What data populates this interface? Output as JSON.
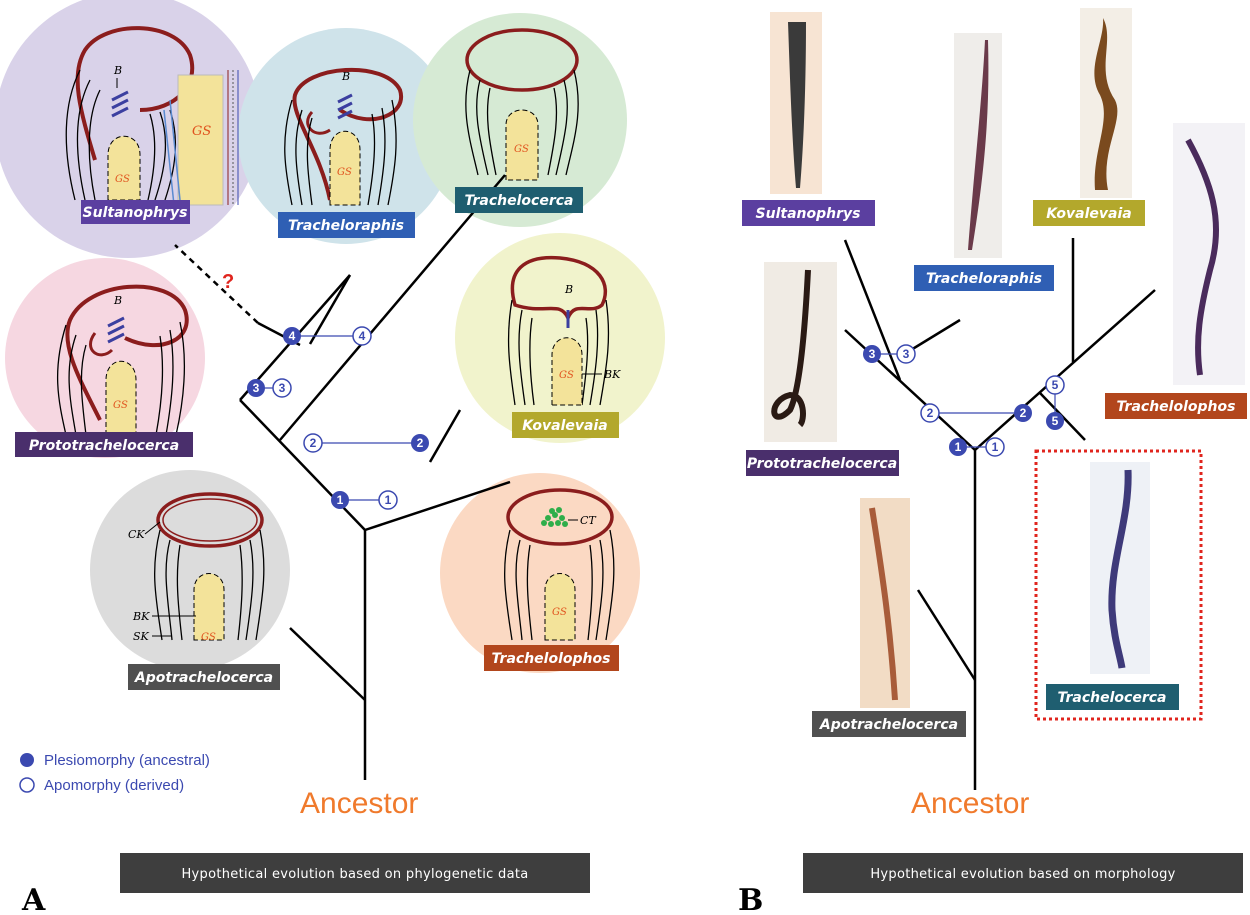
{
  "panel_a": {
    "letter": "A",
    "caption": "Hypothetical evolution based on phylogenetic data",
    "ancestor": "Ancestor",
    "question_mark": "?",
    "taxa": {
      "sultanophrys": "Sultanophrys",
      "tracheloraphis": "Tracheloraphis",
      "trachelocerca": "Trachelocerca",
      "prototrachelocerca": "Prototrachelocerca",
      "kovalevaia": "Kovalevaia",
      "apotrachelocerca": "Apotrachelocerca",
      "trachelolophos": "Trachelolophos"
    },
    "annotations": {
      "b": "B",
      "gs": "GS",
      "bk": "BK",
      "sk": "SK",
      "ck": "CK",
      "ct": "CT"
    },
    "character_states": [
      {
        "n": "1"
      },
      {
        "n": "2"
      },
      {
        "n": "3"
      },
      {
        "n": "4"
      }
    ],
    "legend": {
      "plesiomorphy": "Plesiomorphy (ancestral)",
      "apomorphy": "Apomorphy (derived)"
    }
  },
  "panel_b": {
    "letter": "B",
    "caption": "Hypothetical evolution based on morphology",
    "ancestor": "Ancestor",
    "taxa": {
      "sultanophrys": "Sultanophrys",
      "tracheloraphis": "Tracheloraphis",
      "kovalevaia": "Kovalevaia",
      "prototrachelocerca": "Prototrachelocerca",
      "trachelolophos": "Trachelolophos",
      "apotrachelocerca": "Apotrachelocerca",
      "trachelocerca": "Trachelocerca"
    },
    "character_states": [
      {
        "n": "1"
      },
      {
        "n": "2"
      },
      {
        "n": "3"
      },
      {
        "n": "5"
      }
    ]
  },
  "colors": {
    "sultanophrys": "#5b3fa0",
    "tracheloraphis": "#2f5fb4",
    "trachelocerca": "#1f5e70",
    "prototrachelocerca": "#4a2f6c",
    "kovalevaia": "#b3a82c",
    "apotrachelocerca": "#505050",
    "trachelolophos": "#b2461c",
    "node_fill": "#3b49b0",
    "ancestor": "#f07a2c",
    "highlight_box": "#e0251e"
  }
}
